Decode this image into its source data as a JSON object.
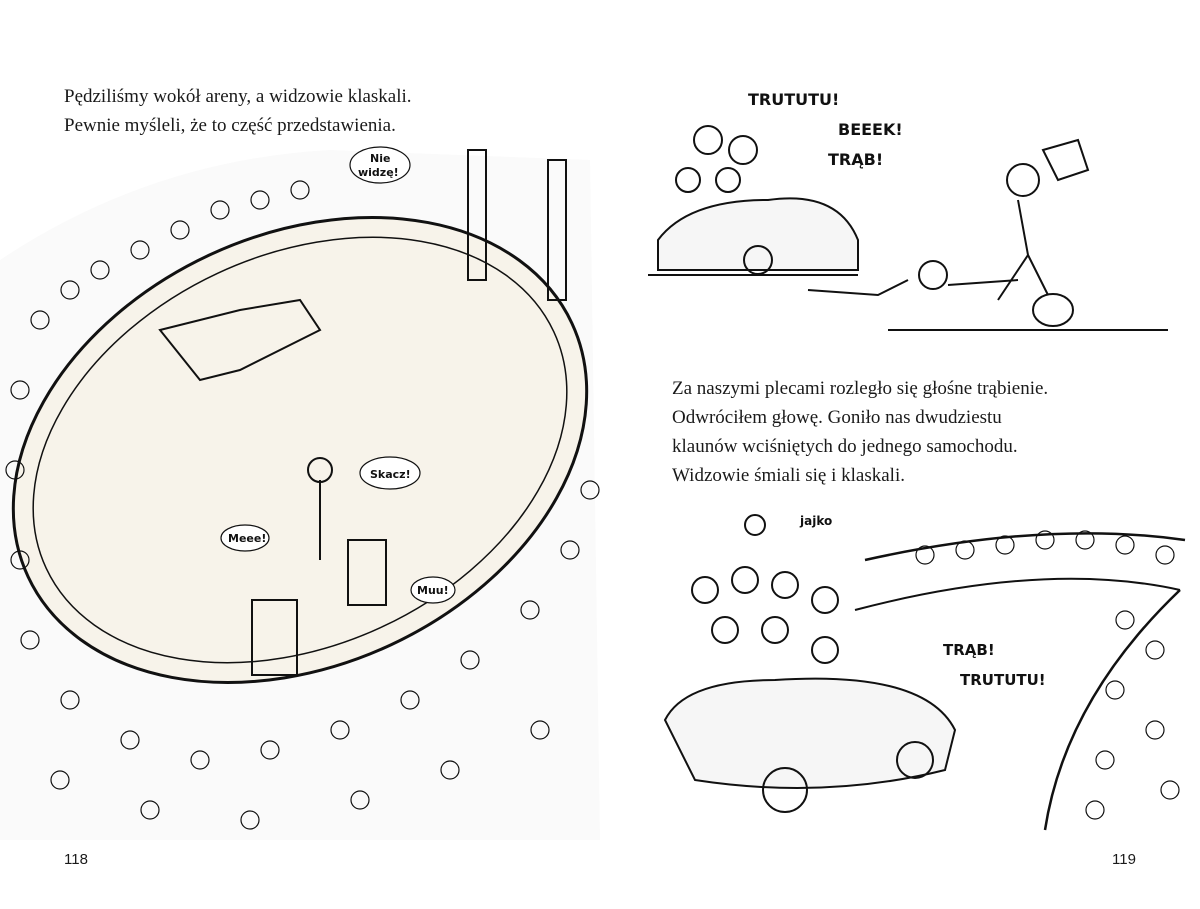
{
  "left_page": {
    "paragraph": [
      "Pędziliśmy wokół areny, a widzowie klaskali.",
      "Pewnie myśleli, że to część przedstawienia."
    ],
    "page_number": "118",
    "illustration_text": {
      "nie_widze": [
        "Nie",
        "widzę!"
      ],
      "skacz": "Skacz!",
      "meee": "Meee!",
      "muu": "Muu!"
    }
  },
  "right_page": {
    "top_illustration_text": {
      "trututu": "TRUTUTU!",
      "beeek": "BEEEK!",
      "trab": "TRĄB!"
    },
    "paragraph": [
      "Za naszymi plecami rozległo się głośne trąbienie.",
      "Odwróciłem głowę. Goniło nas dwudziestu",
      "klaunów wciśniętych do jednego samochodu.",
      "Widzowie śmiali się i klaskali."
    ],
    "bottom_illustration_text": {
      "jajko": "jajko",
      "trab": "TRĄB!",
      "trututu": "TRUTUTU!"
    },
    "page_number": "119"
  }
}
